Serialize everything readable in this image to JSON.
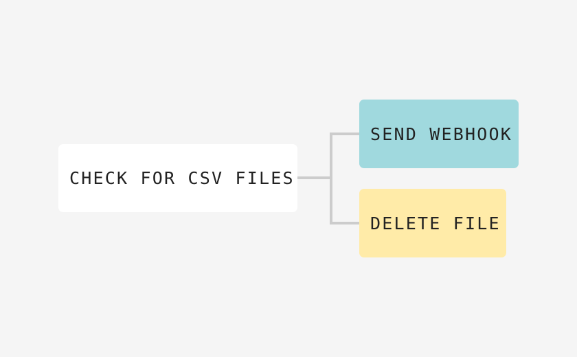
{
  "diagram": {
    "type": "flow-tree",
    "background": "#f5f5f5",
    "connector_color": "#cccccc",
    "nodes": [
      {
        "id": "check",
        "label": "CHECK FOR CSV FILES",
        "color": "#ffffff"
      },
      {
        "id": "webhook",
        "label": "SEND WEBHOOK",
        "color": "#a0d9de"
      },
      {
        "id": "delete",
        "label": "DELETE FILE",
        "color": "#ffeba8"
      }
    ],
    "edges": [
      {
        "from": "check",
        "to": "webhook"
      },
      {
        "from": "check",
        "to": "delete"
      }
    ]
  }
}
